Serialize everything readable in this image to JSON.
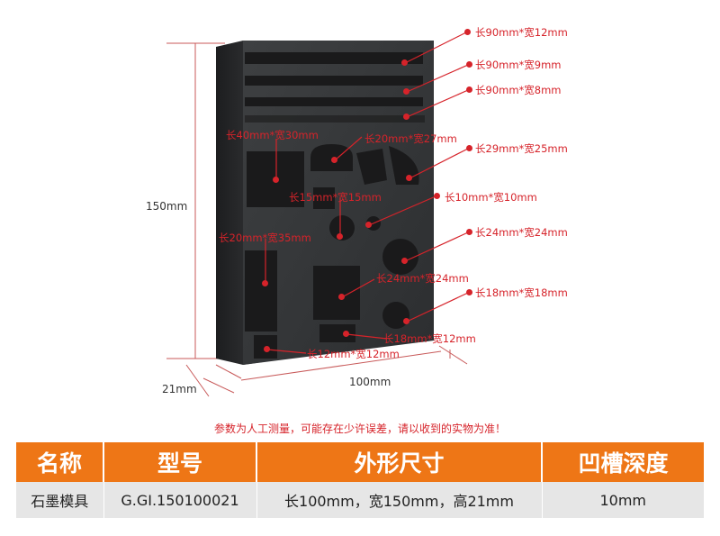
{
  "callouts": {
    "slot1": "长90mm*宽12mm",
    "slot2": "长90mm*宽9mm",
    "slot3": "长90mm*宽8mm",
    "rect40x30": "长40mm*宽30mm",
    "semi20x27": "长20mm*宽27mm",
    "shape29x25": "长29mm*宽25mm",
    "hole15": "长15mm*宽15mm",
    "hole10": "长10mm*宽10mm",
    "rect20x35": "长20mm*宽35mm",
    "circle24": "长24mm*宽24mm",
    "square24": "长24mm*宽24mm",
    "circle18": "长18mm*宽18mm",
    "rect18x12": "长18mm*宽12mm",
    "rect12x12": "长12mm*宽12mm"
  },
  "dimensions": {
    "height": "150mm",
    "depth": "21mm",
    "width": "100mm"
  },
  "note": "参数为人工测量，可能存在少许误差，请以收到的实物为准！",
  "spec_table": {
    "headers": [
      "名称",
      "型号",
      "外形尺寸",
      "凹槽深度"
    ],
    "row": [
      "石墨模具",
      "G.GI.150100021",
      "长100mm，宽150mm，高21mm",
      "10mm"
    ]
  },
  "colors": {
    "accent": "#d6232a",
    "header_bg": "#ee7616",
    "row_bg": "#e6e6e6"
  }
}
